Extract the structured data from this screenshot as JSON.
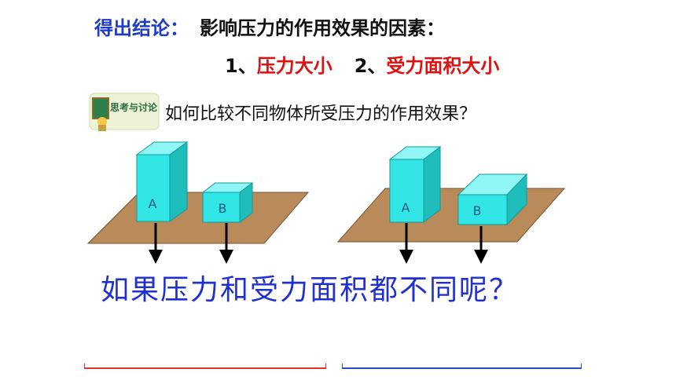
{
  "heading": {
    "lead": "得出结论：",
    "rest": "影响压力的作用效果的因素："
  },
  "factors": {
    "item1_num": "1、",
    "item1_text": "压力大小",
    "item2_num": "2、",
    "item2_text": "受力面积大小"
  },
  "badge": {
    "text": "思考与讨论"
  },
  "question": "如何比较不同物体所受压力的作用效果？",
  "figures": {
    "left": {
      "block_a": "A",
      "block_b": "B"
    },
    "right": {
      "block_a": "A",
      "block_b": "B"
    }
  },
  "big_question": "如果压力和受力面积都不同呢？",
  "colors": {
    "heading_lead": "#1f3cc8",
    "highlight": "#e01010",
    "block": "#33e6e6",
    "board": "#b98a5a",
    "big_question": "#1f2fd0"
  }
}
